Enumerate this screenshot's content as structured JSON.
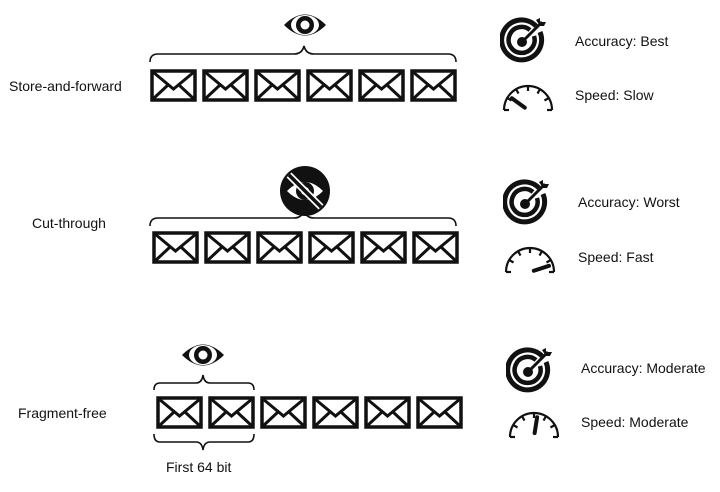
{
  "rows": [
    {
      "label": "Store-and-forward",
      "accuracy": "Accuracy: Best",
      "speed": "Speed: Slow",
      "inspection": "full-frame",
      "visibility": "eye-icon",
      "envelopes": 6
    },
    {
      "label": "Cut-through",
      "accuracy": "Accuracy: Worst",
      "speed": "Speed: Fast",
      "inspection": "none",
      "visibility": "eye-crossed-icon",
      "envelopes": 6
    },
    {
      "label": "Fragment-free",
      "accuracy": "Accuracy: Moderate",
      "speed": "Speed: Moderate",
      "inspection": "first-two-envelopes",
      "visibility": "eye-icon",
      "envelopes": 6,
      "bracket_caption": "First 64 bit"
    }
  ],
  "gauge_levels": {
    "slow": 0.2,
    "fast": 0.9,
    "moderate": 0.55
  },
  "colors": {
    "ink": "#111111",
    "background": "#ffffff"
  }
}
